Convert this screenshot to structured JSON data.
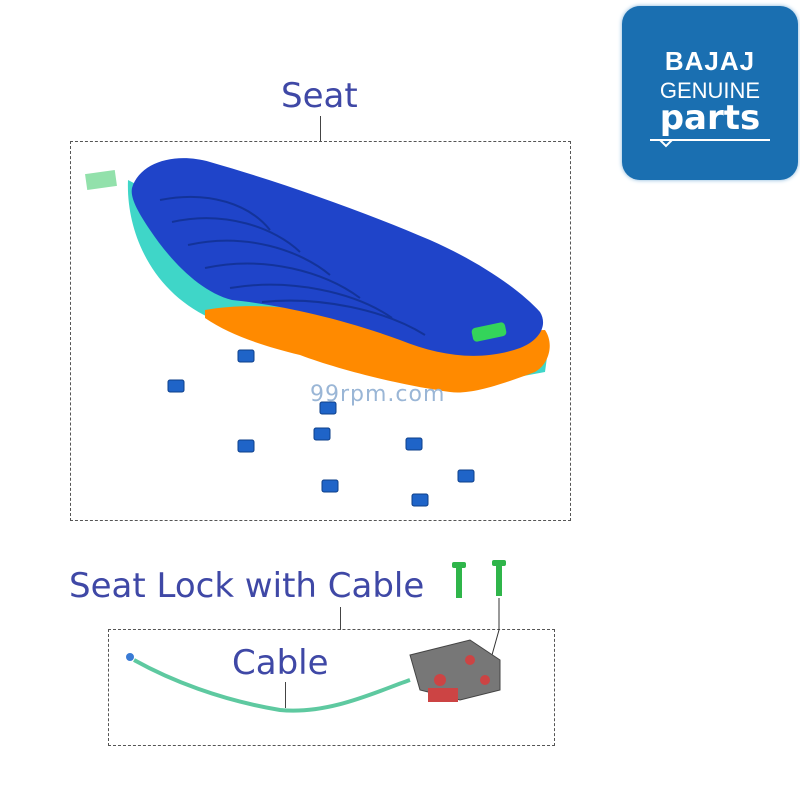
{
  "logo": {
    "brand": "BAJAJ",
    "line2": "GENUINE",
    "line3": "parts"
  },
  "watermark": "99rpm.com",
  "labels": {
    "seat": "Seat",
    "seat_lock": "Seat Lock with Cable",
    "cable": "Cable"
  },
  "colors": {
    "label_text": "#3f48a6",
    "logo_bg": "#1a6fb1",
    "seat_top": "#1f44c9",
    "seat_side": "#ff8a00",
    "seat_base": "#3fd6c8",
    "clip": "#1f64c8",
    "cable": "#5ec9a0",
    "lock_body": "#777777",
    "lock_accent": "#cc4444",
    "bolt": "#2fb54a"
  },
  "icons": [
    "seat-illustration",
    "clip-icon",
    "bolt-icon",
    "seat-lock-illustration",
    "cable-illustration"
  ]
}
